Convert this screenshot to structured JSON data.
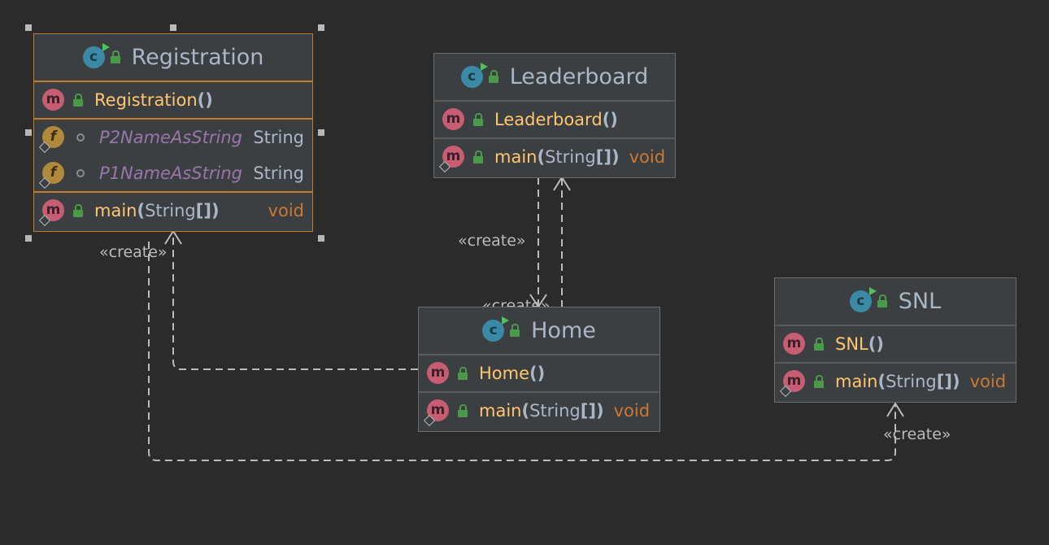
{
  "classes": {
    "registration": {
      "name": "Registration",
      "constructor": "Registration",
      "fields": [
        {
          "name": "P2NameAsString",
          "type": "String"
        },
        {
          "name": "P1NameAsString",
          "type": "String"
        }
      ],
      "main": {
        "name": "main",
        "param": "String",
        "brackets": "[]",
        "ret": "void"
      }
    },
    "leaderboard": {
      "name": "Leaderboard",
      "constructor": "Leaderboard",
      "main": {
        "name": "main",
        "param": "String",
        "brackets": "[]",
        "ret": "void"
      }
    },
    "home": {
      "name": "Home",
      "constructor": "Home",
      "main": {
        "name": "main",
        "param": "String",
        "brackets": "[]",
        "ret": "void"
      }
    },
    "snl": {
      "name": "SNL",
      "constructor": "SNL",
      "main": {
        "name": "main",
        "param": "String",
        "brackets": "[]",
        "ret": "void"
      }
    }
  },
  "common": {
    "ctor_parens": "()",
    "open": "(",
    "close": ")"
  },
  "icons": {
    "method": "m",
    "field": "f",
    "class": "c"
  },
  "edges": {
    "reg_snl": "«create»",
    "lead_home": "«create»",
    "home_lead": "«create»",
    "home_reg": "«create»"
  },
  "colors": {
    "background": "#2b2b2b",
    "node_fill": "#3c3f41",
    "selected_border": "#c47a2c",
    "method_name": "#ffc66d",
    "field_name": "#9876aa",
    "return_type": "#cc7832",
    "edge": "#bbbbbb"
  }
}
